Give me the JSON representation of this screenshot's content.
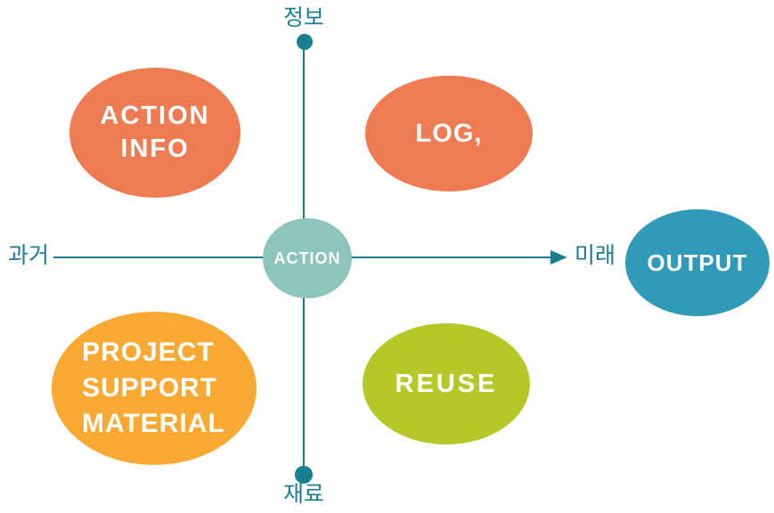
{
  "axes": {
    "top_label": "정보",
    "bottom_label": "재료",
    "left_label": "과거",
    "right_label": "미래",
    "color": "#1A7E91"
  },
  "center_bubble": {
    "label": "ACTION",
    "color": "#8BC5BB"
  },
  "bubbles": [
    {
      "id": "action-info",
      "quadrant": "top-left",
      "lines": [
        "ACTION",
        "INFO"
      ],
      "color": "#EF7B52"
    },
    {
      "id": "log",
      "quadrant": "top-right",
      "lines": [
        "LOG,"
      ],
      "color": "#EF7B52"
    },
    {
      "id": "output",
      "quadrant": "right",
      "lines": [
        "OUTPUT"
      ],
      "color": "#2F9BB8"
    },
    {
      "id": "project-support-material",
      "quadrant": "bottom-left",
      "lines": [
        "PROJECT",
        "SUPPORT",
        "MATERIAL"
      ],
      "color": "#F9A932"
    },
    {
      "id": "reuse",
      "quadrant": "bottom-right",
      "lines": [
        "REUSE"
      ],
      "color": "#B5C827"
    }
  ],
  "label_text_color": "#FFFFFF"
}
